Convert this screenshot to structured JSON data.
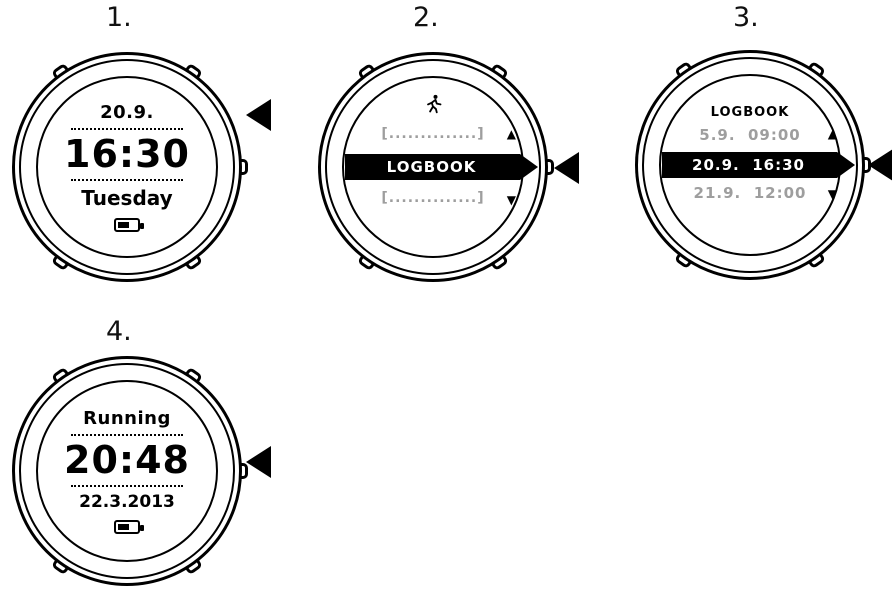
{
  "figure": {
    "steps": [
      {
        "label": "1.",
        "arrow_target": "top-right-button",
        "screen": {
          "date": "20.9.",
          "time": "16:30",
          "day": "Tuesday",
          "battery": "battery-icon"
        }
      },
      {
        "label": "2.",
        "arrow_target": "middle-right-button",
        "screen": {
          "icon": "runner-icon",
          "item_above": "[..............]",
          "selected_item": "LOGBOOK",
          "item_below": "[..............]",
          "scroll_up": "▲",
          "scroll_down": "▼"
        }
      },
      {
        "label": "3.",
        "arrow_target": "middle-right-button",
        "screen": {
          "title": "LOGBOOK",
          "item_above": "5.9.  09:00",
          "selected_item": "20.9.  16:30",
          "item_below": "21.9.  12:00",
          "scroll_up": "▲",
          "scroll_down": "▼"
        }
      },
      {
        "label": "4.",
        "arrow_target": "middle-right-button",
        "screen": {
          "activity": "Running",
          "duration": "20:48",
          "date": "22.3.2013",
          "battery": "battery-icon"
        }
      }
    ],
    "colors": {
      "ink": "#000000",
      "muted": "#9e9e9e",
      "selected_bg": "#000000",
      "selected_text": "#ffffff"
    }
  }
}
